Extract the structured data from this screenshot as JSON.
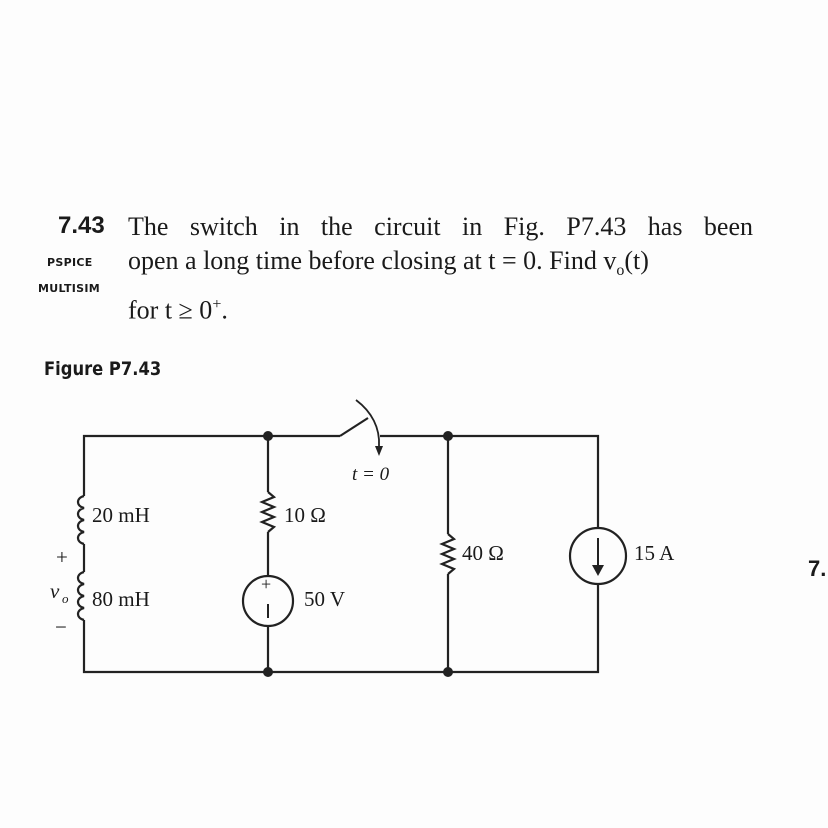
{
  "problem": {
    "number": "7.43",
    "tags": [
      "PSPICE",
      "MULTISIM"
    ],
    "line1": "The switch in the circuit in Fig. P7.43 has been",
    "line2": "open a long time before closing at t = 0. Find v",
    "line2_sub": "o",
    "line2_end": "(t)",
    "line3": "for t ≥ 0",
    "line3_sup": "+",
    "line3_end": "."
  },
  "figure": {
    "title": "Figure P7.43",
    "switch_label": "t = 0",
    "inductor_top": "20 mH",
    "inductor_bottom": "80 mH",
    "resistor_1": "10 Ω",
    "voltage_source": "50 V",
    "resistor_2": "40 Ω",
    "current_source": "15 A",
    "vo_label": "v",
    "vo_sub": "o",
    "plus": "+",
    "minus": "−"
  },
  "edge_text": "7."
}
